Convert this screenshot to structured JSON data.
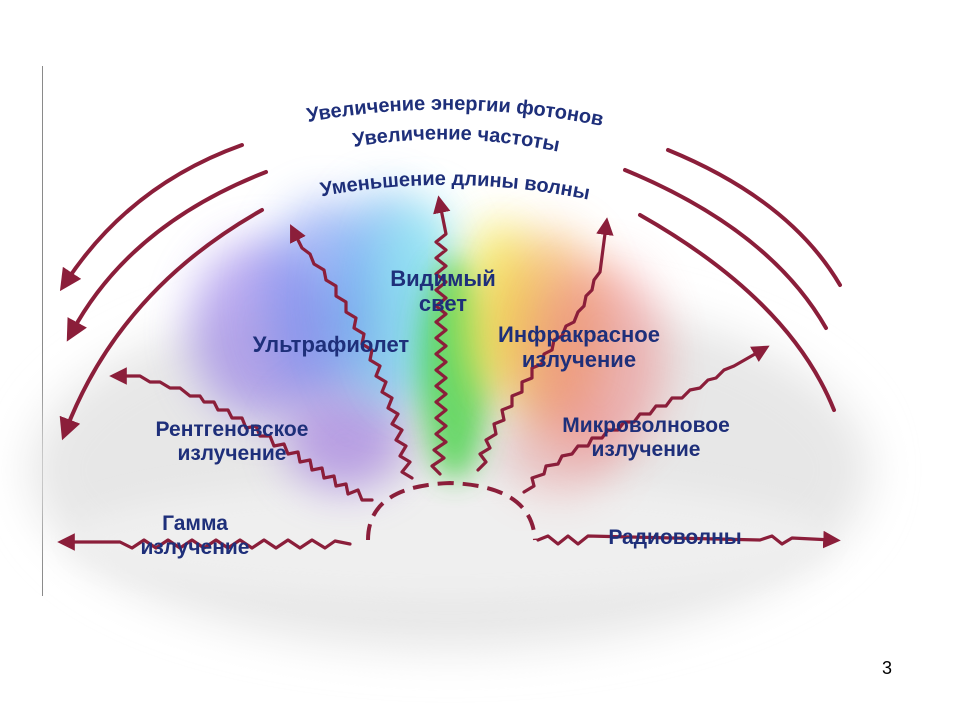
{
  "arcs": {
    "top": "Увеличение энергии фотонов",
    "middle": "Увеличение частоты",
    "bottom": "Уменьшение длины волны"
  },
  "bands": {
    "gamma": {
      "line1": "Гамма",
      "line2": "излучение"
    },
    "xray": {
      "line1": "Рентгеновское",
      "line2": "излучение"
    },
    "uv": {
      "line1": "Ультрафиолет"
    },
    "visible": {
      "line1": "Видимый",
      "line2": "свет"
    },
    "infrared": {
      "line1": "Инфракрасное",
      "line2": "излучение"
    },
    "microwave": {
      "line1": "Микроволновое",
      "line2": "излучение"
    },
    "radio": {
      "line1": "Радиоволны"
    }
  },
  "page_number": "3",
  "colors": {
    "arrow": "#8b1e3a",
    "text": "#1e2f7a",
    "violet": "#8a63d6",
    "blue": "#5aa8f0",
    "cyan": "#7fe6ee",
    "green": "#3fd23f",
    "yellow": "#f3e64a",
    "orange": "#f2a94e",
    "red": "#ee6a6a"
  }
}
